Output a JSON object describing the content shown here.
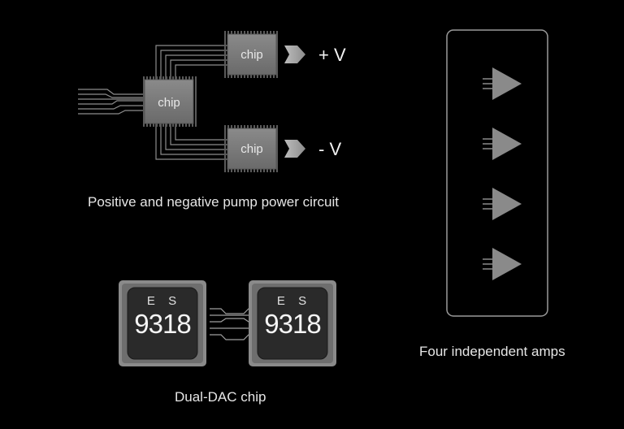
{
  "pump_circuit": {
    "caption": "Positive and negative pump power circuit",
    "chip_label": "chip",
    "positive_output": "+ V",
    "negative_output": "- V"
  },
  "dac": {
    "caption": "Dual-DAC chip",
    "chip_brand": "E S",
    "chip_model": "9318"
  },
  "amps": {
    "caption": "Four independent amps",
    "count": 4
  },
  "colors": {
    "background": "#000000",
    "chip_fill": "#7a7a7a",
    "trace": "#9a9a9a",
    "dac_inner": "#2a2a2a"
  }
}
